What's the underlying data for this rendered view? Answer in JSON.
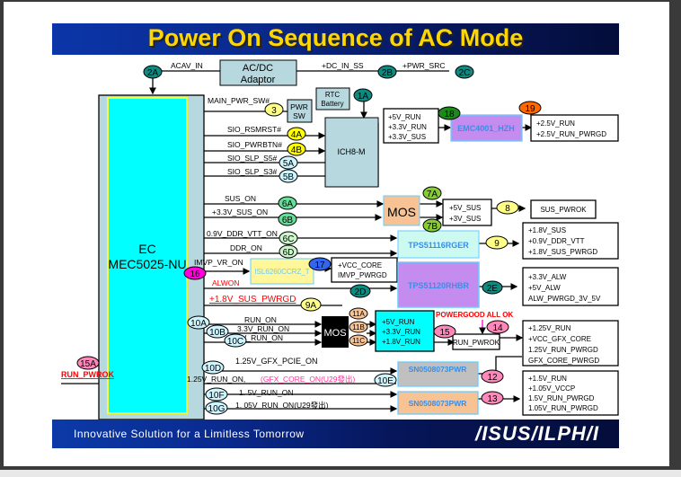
{
  "title": "Power On Sequence of AC Mode",
  "footer": {
    "slogan": "Innovative Solution for a Limitless Tomorrow",
    "logo": "/ISUS/ILPH/I"
  },
  "colors": {
    "title_text": "#ffd700",
    "ec_inner": "#00ffff",
    "ec_outer": "#b7d8df",
    "block_gray_blue": "#b7d8df",
    "violet_block": "#c58cf0",
    "block_label_blue": "#3a8ee6",
    "mos_orange": "#f7c294",
    "tps_cyan": "#ccfaf0",
    "isl_yellow": "#fff79a",
    "red_signal": "#ff0000"
  },
  "blocks": {
    "ec": {
      "line1": "EC",
      "line2": "MEC5025-NU"
    },
    "acdc": {
      "line1": "AC/DC",
      "line2": "Adaptor"
    },
    "rtc": {
      "line1": "RTC",
      "line2": "Battery"
    },
    "pwr_sw": {
      "line1": "PWR",
      "line2": "SW"
    },
    "ich": "ICH8-M",
    "emc": "EMC4001_HZH",
    "mos1": "MOS",
    "tps1": "TPS51116RGER",
    "isl": "ISL6260CCRZ_T",
    "tps2": "TPS51120RHBR",
    "mos2": "MOS",
    "sn1": "SN0508073PWR",
    "sn2": "SN0508073PWR",
    "run_pwrok": "RUN_PWROK"
  },
  "rail_boxes": {
    "ich_rails": [
      "+5V_RUN",
      "+3.3V_RUN",
      "+3.3V_SUS"
    ],
    "emc_out": [
      "+2.5V_RUN",
      "+2.5V_RUN_PWRGD"
    ],
    "mos1_out": [
      "+5V_SUS",
      "+3V_SUS"
    ],
    "sus_pwrok": "SUS_PWROK",
    "tps1_out": [
      "+1.8V_SUS",
      "+0.9V_DDR_VTT",
      "+1.8V_SUS_PWRGD"
    ],
    "isl_out": [
      "+VCC_CORE",
      "IMVP_PWRGD"
    ],
    "tps2_out": [
      "+3.3V_ALW",
      "+5V_ALW",
      "ALW_PWRGD_3V_5V"
    ],
    "mos2_out": [
      "+5V_RUN",
      "+3.3V_RUN",
      "+1.8V_RUN"
    ],
    "gfx_out": [
      "+1.25V_RUN",
      "+VCC_GFX_CORE",
      "1.25V_RUN_PWRGD",
      "GFX_CORE_PWRGD"
    ],
    "sn2_out": [
      "+1.5V_RUN",
      "+1.05V_VCCP",
      "1.5V_RUN_PWRGD",
      "1.05V_RUN_PWRGD"
    ]
  },
  "signals": {
    "acav_in": "ACAV_IN",
    "dc_in_ss": "+DC_IN_SS",
    "pwr_src": "+PWR_SRC",
    "main_pwr_sw": "MAIN_PWR_SW#",
    "sio_rsmrst": "SIO_RSMRST#",
    "sio_pwrbtn": "SIO_PWRBTN#",
    "sio_slp_s5": "SIO_SLP_S5#",
    "sio_slp_s3": "SIO_SLP_S3#",
    "sus_on": "SUS_ON",
    "v33_sus_on": "+3.3V_SUS_ON",
    "ddr_vtt_on": "0.9V_DDR_VTT_ON",
    "ddr_on": "DDR_ON",
    "imvp_vr_on": "IMVP_VR_ON",
    "alwon": "ALWON",
    "sus_pwrgd": "+1.8V_SUS_PWRGD",
    "run_on": "RUN_ON",
    "v33_run_on": "3.3V_RUN_ON",
    "v5_run_on": "5V_RUN_ON",
    "gfx_pcie_on": "1.25V_GFX_PCIE_ON",
    "v125_run_on": "1.25V_RUN_ON,",
    "gfx_core_on": "(GFX_CORE_ON(U29發出)",
    "v15_run_on": "1. 5V_RUN_ON",
    "v105_run_on": "1. 05V_RUN_ON(U29發出)",
    "powergood": "POWERGOOD ALL OK",
    "run_pwrok_in": "RUN_PWROK"
  },
  "steps": {
    "s1A": "1A",
    "s2A": "2A",
    "s2B": "2B",
    "s2C": "2C",
    "s2D": "2D",
    "s2E": "2E",
    "s3": "3",
    "s4A": "4A",
    "s4B": "4B",
    "s5A": "5A",
    "s5B": "5B",
    "s6A": "6A",
    "s6B": "6B",
    "s6C": "6C",
    "s6D": "6D",
    "s7A": "7A",
    "s7B": "7B",
    "s8": "8",
    "s9": "9",
    "s9A": "9A",
    "s10A": "10A",
    "s10B": "10B",
    "s10C": "10C",
    "s10D": "10D",
    "s10E": "10E",
    "s10F": "10F",
    "s10G": "10G",
    "s11A": "11A",
    "s11B": "11B",
    "s11C": "11C",
    "s12": "12",
    "s13": "13",
    "s14": "14",
    "s15": "15",
    "s15A": "15A",
    "s16": "16",
    "s17": "17",
    "s18": "18",
    "s19": "19"
  }
}
